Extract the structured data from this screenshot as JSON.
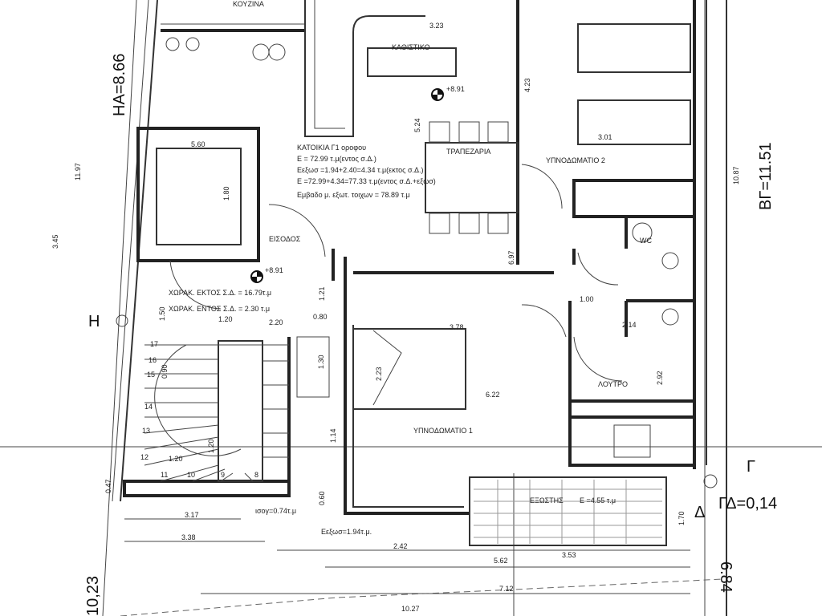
{
  "rooms": {
    "kitchen": "ΚΟΥΖΙΝΑ",
    "living": "ΚΑΘΙΣΤΙΚΟ",
    "dining": "ΤΡΑΠΕΖΑΡΙΑ",
    "bedroom2": "ΥΠΝΟΔΩΜΑΤΙΟ 2",
    "bedroom1": "ΥΠΝΟΔΩΜΑΤΙΟ 1",
    "entrance": "ΕΙΣΟΔΟΣ",
    "wc": "WC",
    "bathroom": "ΛΟΥΤΡΟ",
    "balcony": "ΕΞΩΣΤΗΣ",
    "balcony_area": "Ε =4.55 τ.μ"
  },
  "info_block": [
    "ΚΑΤΟΙΚΙΑ Γ1 οροφου",
    "Ε = 72.99 τ.μ(εντος σ.Δ.)",
    "Εεξωσ =1.94+2.40=4.34 τ.μ(εκτος σ.Δ.)",
    "Ε =72.99+4.34=77.33 τ.μ(εντος σ.Δ.+εξωσ)",
    "Εμβαδο μ. εξωτ. τοιχων = 78.89 τ.μ"
  ],
  "areas": {
    "common_out": "ΧΩΡΑΚ. ΕΚΤΟΣ Σ.Δ. = 16.79τ.μ",
    "common_in": "ΧΩΡΑΚ. ΕΝΤΟΣ Σ.Δ. = 2.30 τ.μ",
    "iso": "ισογ=0.74τ.μ",
    "balcony_ext": "Εεξωσ=1.94τ.μ."
  },
  "levels": {
    "living": "+8.91",
    "entrance": "+8.91"
  },
  "boundaries": {
    "ha": "ΗΑ=8.66",
    "bg": "ΒΓ=11.51",
    "gd": "ΓΔ=0,14",
    "left_bottom": "10,23",
    "right_bottom": "6.84",
    "H": "Η",
    "G": "Γ",
    "D": "Δ"
  },
  "dimensions": {
    "d323": "3.23",
    "d524": "5.24",
    "d423": "4.23",
    "d301": "3.01",
    "d1197": "11.97",
    "d345": "3.45",
    "d1087": "10.87",
    "d180": "1.80",
    "d560": "5.60",
    "d121": "1.21",
    "d150": "1.50",
    "d120a": "1.20",
    "d220": "2.20",
    "d080": "0.80",
    "d697": "6.97",
    "d100": "1.00",
    "d214": "2.14",
    "d378": "3.78",
    "d223": "2.23",
    "d130": "1.30",
    "d622": "6.22",
    "d292": "2.92",
    "d114": "1.14",
    "d120b": "1.20",
    "d120c": "1.20",
    "d047": "0.47",
    "d090": "0.90",
    "d170": "1.70",
    "d317": "3.17",
    "d338": "3.38",
    "d242": "2.42",
    "d562": "5.62",
    "d353": "3.53",
    "d712": "7.12",
    "d1027": "10.27",
    "d060": "0.60"
  },
  "stair_steps": [
    "17",
    "16",
    "15",
    "14",
    "13",
    "12",
    "11",
    "10",
    "9",
    "8"
  ]
}
